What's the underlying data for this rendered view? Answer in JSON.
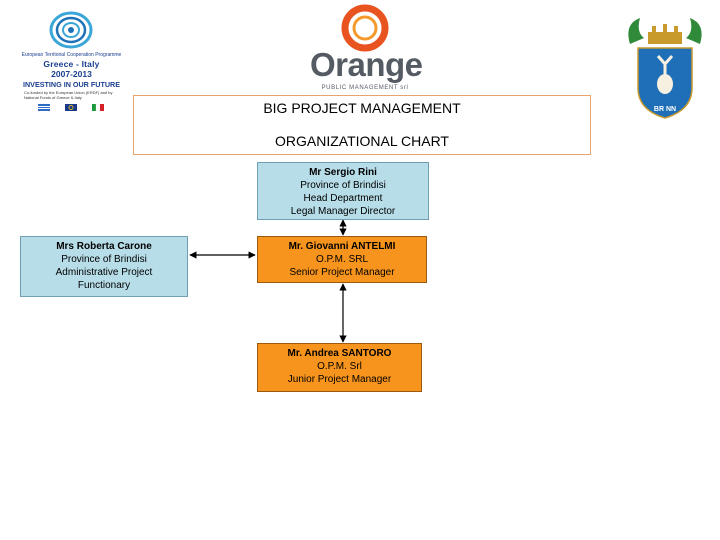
{
  "header": {
    "programme_logo": {
      "line1": "European Territorial Cooperation Programme",
      "line2": "Greece - Italy",
      "line3": "2007-2013",
      "line4": "INVESTING IN OUR FUTURE",
      "line5": "Co-funded by the European Union (ERDF) and by National Funds of Greece & Italy"
    },
    "orange_logo": {
      "wordmark": "Orange",
      "subtitle": "PUBLIC MANAGEMENT srl",
      "accent_color": "#e8531f"
    },
    "crest": {
      "label": "BR NN"
    }
  },
  "title": {
    "line1": "BIG PROJECT MANAGEMENT",
    "line2": "ORGANIZATIONAL CHART"
  },
  "org_chart": {
    "nodes": {
      "rini": {
        "name": "Mr Sergio Rini",
        "line1": "Province of Brindisi",
        "line2": "Head Department",
        "line3": "Legal Manager Director"
      },
      "carone": {
        "name": "Mrs Roberta Carone",
        "line1": "Province of Brindisi",
        "line2": "Administrative Project",
        "line3": "Functionary"
      },
      "antelmi": {
        "name": "Mr. Giovanni ANTELMI",
        "line1": "O.P.M. SRL",
        "line2": "Senior Project Manager"
      },
      "santoro": {
        "name": "Mr. Andrea SANTORO",
        "line1": "O.P.M. Srl",
        "line2": "Junior Project Manager"
      }
    },
    "colors": {
      "blue_box": "#b7dde8",
      "orange_box": "#f7941d"
    }
  }
}
